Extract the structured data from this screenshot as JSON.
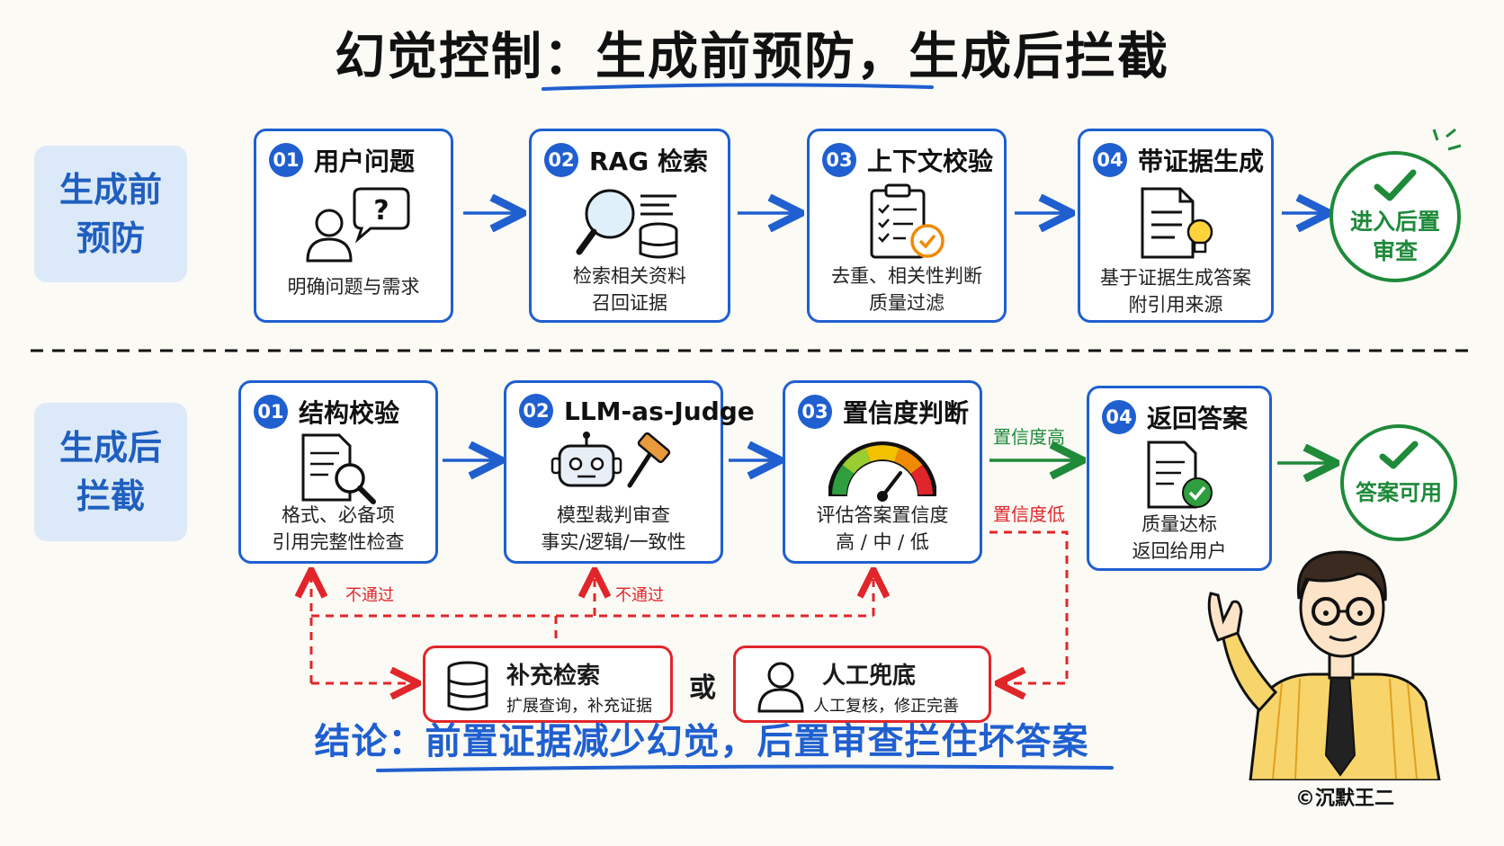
{
  "title": "幻觉控制：生成前预防，生成后拦截",
  "pre": {
    "label": "生成前\n预防",
    "steps": [
      {
        "num": "01",
        "title": "用户问题",
        "desc": "明确问题与需求"
      },
      {
        "num": "02",
        "title": "RAG 检索",
        "desc": "检索相关资料\n召回证据"
      },
      {
        "num": "03",
        "title": "上下文校验",
        "desc": "去重、相关性判断\n质量过滤"
      },
      {
        "num": "04",
        "title": "带证据生成",
        "desc": "基于证据生成答案\n附引用来源"
      }
    ],
    "end": "进入后置\n审查"
  },
  "post": {
    "label": "生成后\n拦截",
    "steps": [
      {
        "num": "01",
        "title": "结构校验",
        "desc": "格式、必备项\n引用完整性检查"
      },
      {
        "num": "02",
        "title": "LLM-as-Judge",
        "desc": "模型裁判审查\n事实/逻辑/一致性"
      },
      {
        "num": "03",
        "title": "置信度判断",
        "desc": "评估答案置信度\n高 / 中 / 低"
      },
      {
        "num": "04",
        "title": "返回答案",
        "desc": "质量达标\n返回给用户"
      }
    ],
    "end": "答案可用",
    "high_label": "置信度高",
    "low_label": "置信度低",
    "fail_label": "不通过",
    "fallbacks": [
      {
        "title": "补充检索",
        "desc": "扩展查询，补充证据"
      },
      {
        "title": "人工兜底",
        "desc": "人工复核，修正完善"
      }
    ],
    "or_label": "或"
  },
  "conclusion": "结论：前置证据减少幻觉，后置审查拦住坏答案",
  "copyright": "©沉默王二",
  "colors": {
    "blue": "#1f5fd0",
    "red": "#e0262a",
    "green": "#1e8a3a",
    "label_bg": "#dce9f8",
    "gauge": [
      "#2e9e3f",
      "#9acd32",
      "#f2c200",
      "#f08a00",
      "#e0262a"
    ]
  },
  "icons": {
    "pre": [
      "user-question-icon",
      "search-database-icon",
      "checklist-icon",
      "document-lightbulb-icon"
    ],
    "post": [
      "document-search-icon",
      "robot-gavel-icon",
      "gauge-icon",
      "document-check-icon"
    ],
    "fallbacks": [
      "database-icon",
      "person-icon"
    ],
    "end": "checkmark-icon"
  }
}
